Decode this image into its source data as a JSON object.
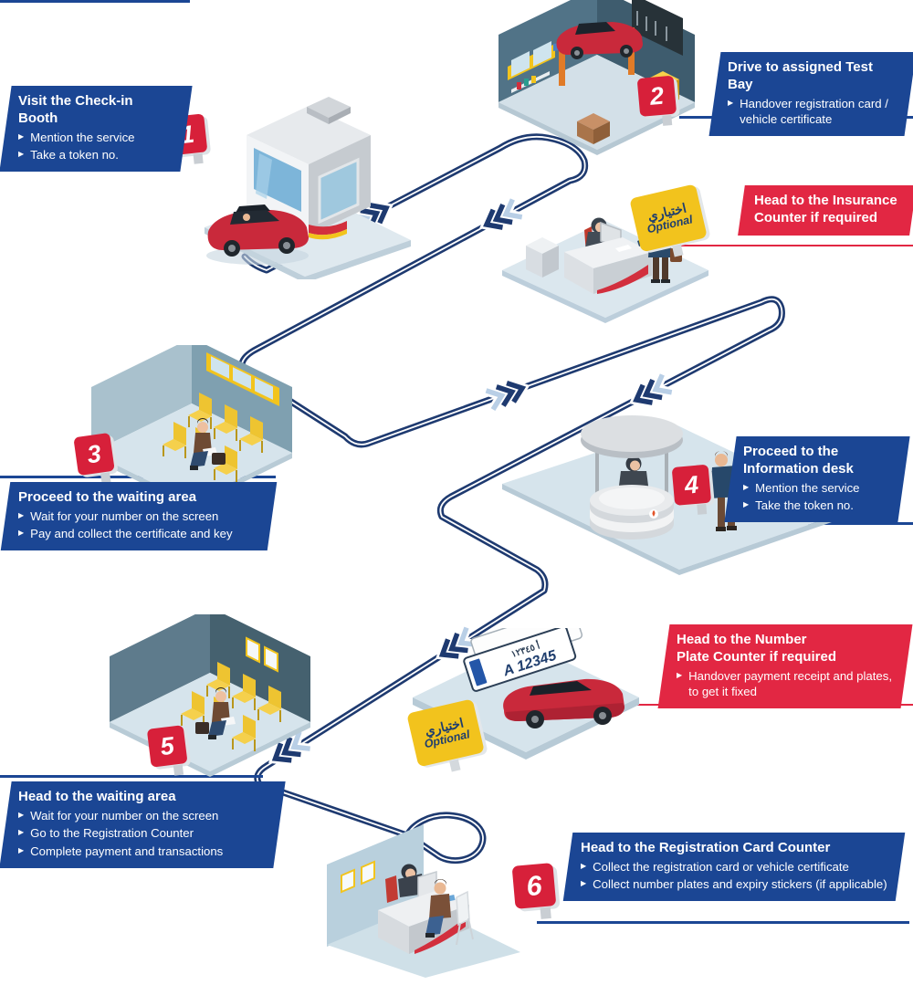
{
  "palette": {
    "callout_blue": "#1b4694",
    "callout_red": "#e22743",
    "sign_red": "#d7203a",
    "path_navy": "#1e3a70",
    "optional_yellow": "#f2c31d",
    "sign_text_navy": "#1f3e6e"
  },
  "steps": [
    {
      "number": "1",
      "title": "Visit the Check-in Booth",
      "bullets": [
        "Mention the service",
        "Take a token no."
      ]
    },
    {
      "number": "2",
      "title": "Drive to assigned Test Bay",
      "bullets": [
        "Handover registration card / vehicle certificate"
      ]
    },
    {
      "number": "3",
      "title": "Proceed to the waiting area",
      "bullets": [
        "Wait for your number on the screen",
        "Pay and collect the certificate and key"
      ]
    },
    {
      "number": "4",
      "title": "Proceed to the Information desk",
      "bullets": [
        "Mention the service",
        "Take the token no."
      ]
    },
    {
      "number": "5",
      "title": "Head to the waiting area",
      "bullets": [
        "Wait for your number on the screen",
        "Go to the Registration Counter",
        "Complete payment and transactions"
      ]
    },
    {
      "number": "6",
      "title": "Head to the Registration Card Counter",
      "bullets": [
        "Collect the registration card or vehicle certificate",
        "Collect number plates and expiry stickers (if applicable)"
      ]
    }
  ],
  "optional_callouts": [
    {
      "title_line1": "Head to the Insurance",
      "title_line2": "Counter if required",
      "bullets": []
    },
    {
      "title_line1": "Head to the Number",
      "title_line2": "Plate Counter if required",
      "bullets": [
        "Handover payment receipt and plates, to get it fixed"
      ]
    }
  ],
  "optional_sign": {
    "arabic": "اختياري",
    "english": "Optional"
  },
  "plate": {
    "arabic": "أ ١٢٣٤٥",
    "latin": "A 12345"
  }
}
